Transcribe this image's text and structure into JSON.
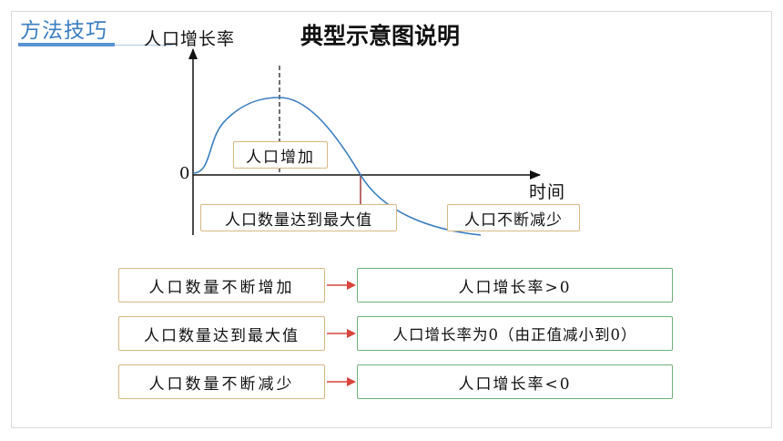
{
  "header": {
    "section_tag": "方法技巧",
    "title": "典型示意图说明"
  },
  "graph": {
    "y_axis_label": "人口增长率",
    "x_axis_label": "时间",
    "origin_label": "0",
    "annotations": {
      "increase": "人口增加",
      "maximum": "人口数量达到最大值",
      "decrease": "人口不断减少"
    },
    "colors": {
      "curve": "#3a7dbf",
      "marker_line": "#a23a3a",
      "axis": "#111111"
    }
  },
  "table": {
    "rows": [
      {
        "condition": "人口数量不断增加",
        "result": "人口增长率>0"
      },
      {
        "condition": "人口数量达到最大值",
        "result": "人口增长率为0（由正值减小到0）"
      },
      {
        "condition": "人口数量不断减少",
        "result": "人口增长率<0"
      }
    ],
    "colors": {
      "condition_border": "#d6b884",
      "result_border": "#6fb27a",
      "arrow": "#d9443c"
    }
  }
}
